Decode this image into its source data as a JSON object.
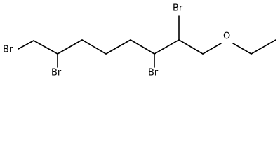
{
  "molecule": {
    "atoms": {
      "br_left": "Br",
      "br_c2": "Br",
      "br_c5": "Br",
      "br_c6": "Br",
      "oxygen": "O"
    }
  }
}
